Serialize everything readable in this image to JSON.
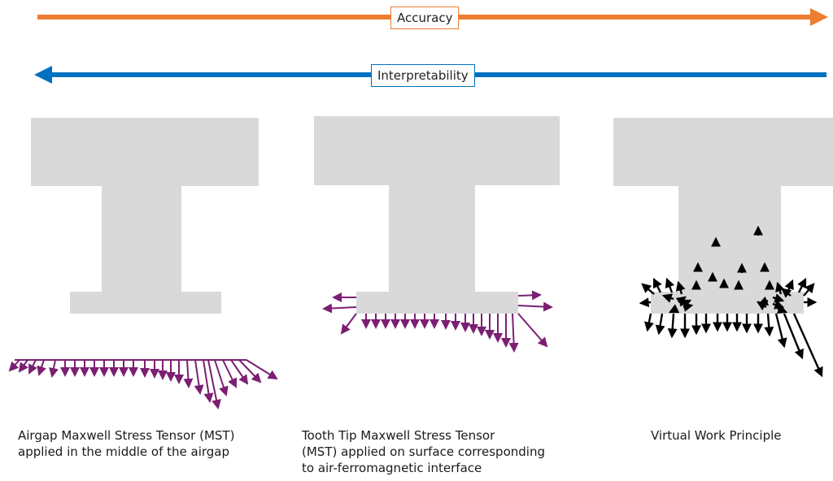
{
  "arrows": {
    "accuracy": {
      "label": "Accuracy",
      "color": "#ED7D31"
    },
    "interpretability": {
      "label": "Interpretability",
      "color": "#0070C0"
    }
  },
  "colors": {
    "tooth_fill": "#D9D9D9",
    "mst_vectors": "#7B1F73",
    "vw_vectors": "#000000"
  },
  "captions": {
    "airgap_mst": {
      "line1": "Airgap Maxwell Stress Tensor (MST)",
      "line2": "applied in the middle of the airgap"
    },
    "tooth_tip_mst": {
      "line1": "Tooth Tip Maxwell Stress Tensor",
      "line2": "(MST)  applied on surface corresponding",
      "line3": "to air-ferromagnetic interface"
    },
    "virtual_work": {
      "line1": "Virtual Work Principle"
    }
  },
  "icons": [
    "force-vector-arrow",
    "double-headed-scale-arrow"
  ]
}
